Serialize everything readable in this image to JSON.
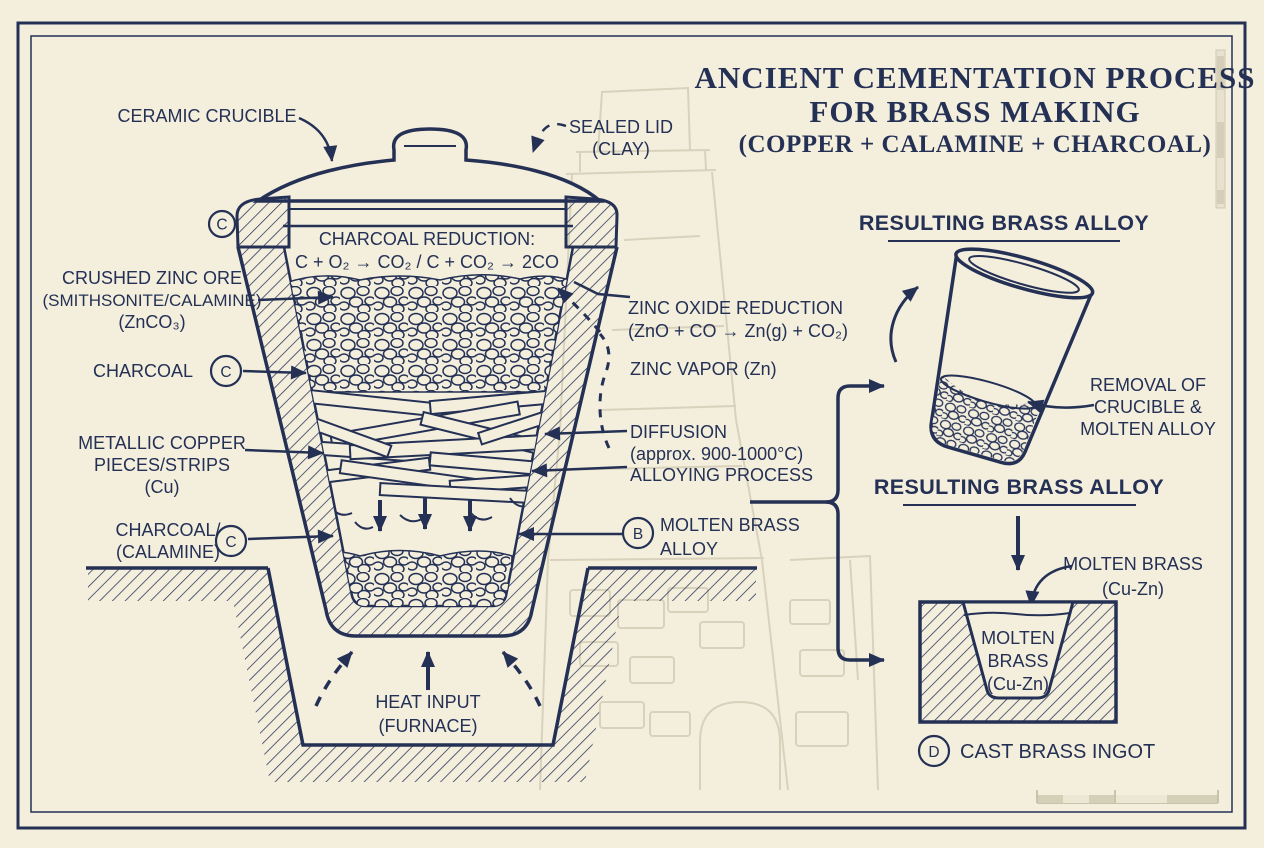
{
  "colors": {
    "ink": "#243155",
    "paper": "#f4eedd",
    "ghost": "#d8d1bb",
    "ruler": "#d9d2bd"
  },
  "title": {
    "line1": "ANCIENT CEMENTATION PROCESS",
    "line2": "FOR BRASS MAKING",
    "line3": "(COPPER + CALAMINE + CHARCOAL)"
  },
  "inside": {
    "charcoal_reduction_title": "CHARCOAL REDUCTION:",
    "charcoal_reduction_formula": "C + O₂ → CO₂ / C + CO₂ → 2CO"
  },
  "crucible_labels": {
    "ceramic_crucible": "CERAMIC CRUCIBLE",
    "marker_c_top": "C",
    "sealed_lid": {
      "lines": [
        "SEALED LID",
        "(CLAY)"
      ]
    },
    "crushed_zinc_ore": {
      "lines": [
        "CRUSHED ZINC ORE",
        "(SMITHSONITE/CALAMINE)",
        "(ZnCO₃)"
      ]
    },
    "charcoal": {
      "label": "CHARCOAL",
      "marker": "C"
    },
    "metallic_copper": {
      "lines": [
        "METALLIC COPPER",
        "PIECES/STRIPS",
        "(Cu)"
      ]
    },
    "charcoal_calamine": {
      "lines": [
        "CHARCOAL/",
        "(CALAMINE)"
      ],
      "marker": "C"
    }
  },
  "right_labels": {
    "zinc_oxide_reduction": {
      "lines": [
        "ZINC OXIDE REDUCTION",
        "(ZnO + CO → Zn(g) + CO₂)"
      ]
    },
    "zinc_vapor": "ZINC VAPOR (Zn)",
    "diffusion": {
      "lines": [
        "DIFFUSION",
        "(approx. 900-1000°C)"
      ]
    },
    "alloying_process": "ALLOYING PROCESS",
    "molten_brass_alloy": {
      "marker": "B",
      "lines": [
        "MOLTEN BRASS",
        "ALLOY"
      ]
    }
  },
  "furnace": {
    "heat_input": {
      "lines": [
        "HEAT INPUT",
        "(FURNACE)"
      ]
    }
  },
  "result_panel": {
    "heading_top": "RESULTING BRASS ALLOY",
    "removal": {
      "lines": [
        "REMOVAL OF",
        "CRUCIBLE &",
        "MOLTEN ALLOY"
      ]
    },
    "heading_bottom": "RESULTING BRASS ALLOY",
    "molten_brass_label": {
      "lines": [
        "MOLTEN BRASS",
        "(Cu-Zn)"
      ]
    },
    "mold_text": {
      "lines": [
        "MOLTEN",
        "BRASS",
        "(Cu-Zn)"
      ]
    },
    "cast_ingot": {
      "marker": "D",
      "label": "CAST BRASS INGOT"
    }
  }
}
